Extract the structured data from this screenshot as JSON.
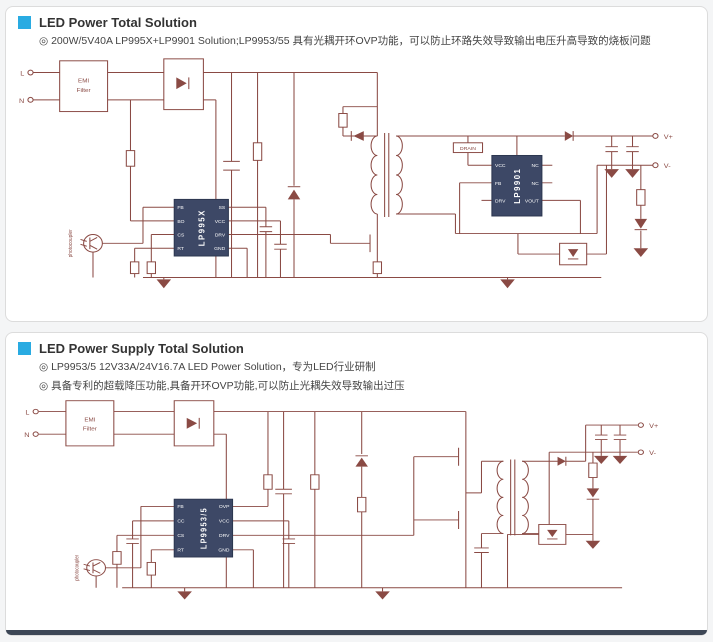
{
  "colors": {
    "accent": "#29abe2",
    "wire": "#8a4a44",
    "ic_fill": "#3d4866",
    "footer_bar": "#3d4756"
  },
  "panel1": {
    "title": "LED Power Total Solution",
    "bullet1": "◎ 200W/5V40A LP995X+LP9901 Solution;LP9953/55 具有光耦开环OVP功能，可以防止环路失效导致输出电压升高导致的烧板问题",
    "circuit": {
      "input_l": "L",
      "input_n": "N",
      "emi_line1": "EMI",
      "emi_line2": "Filter",
      "ic_main_name": "LP995X",
      "ic_main_pins_left": [
        "FB",
        "BO",
        "CS",
        "RT"
      ],
      "ic_main_pins_right": [
        "SS",
        "VCC",
        "DRV",
        "GND"
      ],
      "ic_sec_name": "LP9901",
      "ic_sec_pins_left": [
        "VCC",
        "FB",
        "DRV"
      ],
      "ic_sec_pins_right": [
        "NC",
        "NC",
        "VOUT"
      ],
      "drain_label": "DRAIN",
      "photocoupler_label": "photocoupler",
      "out_plus": "V+",
      "out_minus": "V-"
    }
  },
  "panel2": {
    "title": "LED Power Supply Total Solution",
    "bullet1": "◎ LP9953/5 12V33A/24V16.7A LED Power Solution，专为LED行业研制",
    "bullet2": "◎ 具备专利的超载降压功能,具备开环OVP功能,可以防止光耦失效导致输出过压",
    "circuit": {
      "input_l": "L",
      "input_n": "N",
      "emi_line1": "EMI",
      "emi_line2": "Filter",
      "ic_main_name": "LP9953/5",
      "ic_main_pins_left": [
        "FB",
        "CC",
        "CS",
        "RT"
      ],
      "ic_main_pins_right": [
        "OVP",
        "VCC",
        "DRV",
        "GND"
      ],
      "photocoupler_label": "photocoupler",
      "out_plus": "V+",
      "out_minus": "V-"
    }
  }
}
